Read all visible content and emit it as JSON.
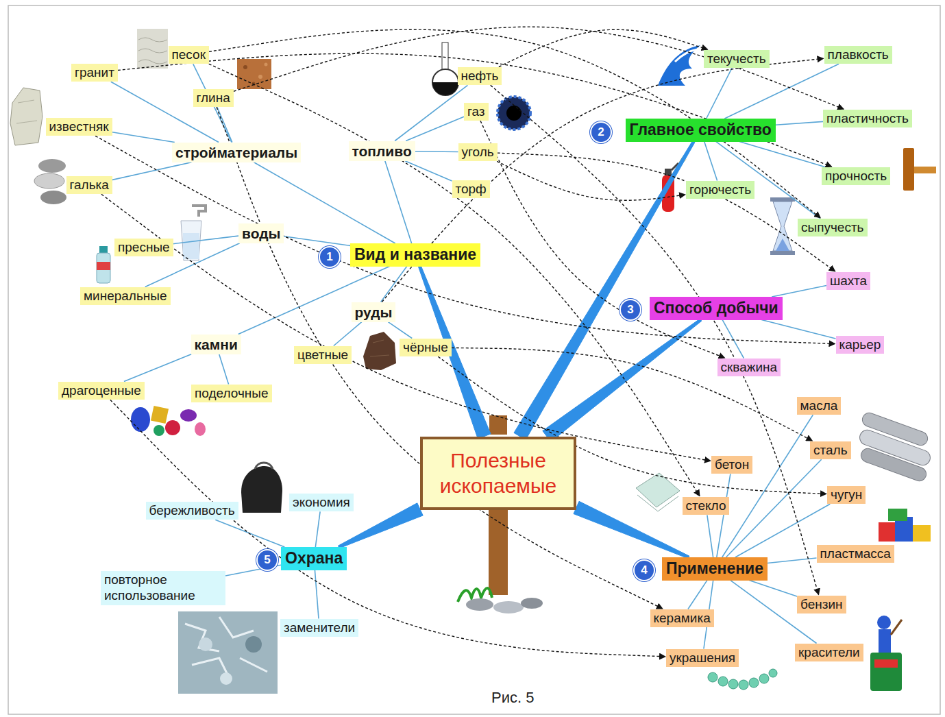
{
  "diagram": {
    "caption": "Рис. 5",
    "nodes": [
      {
        "text": [
          "Полезные ископаемые"
        ]
      },
      {
        "text": [
          "Вид и название"
        ]
      },
      {
        "text": [
          "стройматериалы"
        ]
      },
      {
        "text": [
          "песок"
        ]
      },
      {
        "text": [
          "глина"
        ]
      },
      {
        "text": [
          "гранит"
        ]
      },
      {
        "text": [
          "известняк"
        ]
      },
      {
        "text": [
          "галька"
        ]
      },
      {
        "text": [
          "топливо"
        ]
      },
      {
        "text": [
          "нефть"
        ]
      },
      {
        "text": [
          "газ"
        ]
      },
      {
        "text": [
          "уголь"
        ]
      },
      {
        "text": [
          "торф"
        ]
      },
      {
        "text": [
          "воды"
        ]
      },
      {
        "text": [
          "пресные"
        ]
      },
      {
        "text": [
          "минеральные"
        ]
      },
      {
        "text": [
          "руды"
        ]
      },
      {
        "text": [
          "цветные"
        ]
      },
      {
        "text": [
          "чёрные"
        ]
      },
      {
        "text": [
          "камни"
        ]
      },
      {
        "text": [
          "драгоценные"
        ]
      },
      {
        "text": [
          "поделочные"
        ]
      },
      {
        "text": [
          "Главное свойство"
        ]
      },
      {
        "text": [
          "текучесть"
        ]
      },
      {
        "text": [
          "плавкость"
        ]
      },
      {
        "text": [
          "пластичность"
        ]
      },
      {
        "text": [
          "прочность"
        ]
      },
      {
        "text": [
          "сыпучесть"
        ]
      },
      {
        "text": [
          "горючесть"
        ]
      },
      {
        "text": [
          "Способ добычи"
        ]
      },
      {
        "text": [
          "шахта"
        ]
      },
      {
        "text": [
          "карьер"
        ]
      },
      {
        "text": [
          "скважина"
        ]
      },
      {
        "text": [
          "Применение"
        ]
      },
      {
        "text": [
          "масла"
        ]
      },
      {
        "text": [
          "сталь"
        ]
      },
      {
        "text": [
          "чугун"
        ]
      },
      {
        "text": [
          "пластмасса"
        ]
      },
      {
        "text": [
          "бензин"
        ]
      },
      {
        "text": [
          "красители"
        ]
      },
      {
        "text": [
          "украшения"
        ]
      },
      {
        "text": [
          "керамика"
        ]
      },
      {
        "text": [
          "стекло"
        ]
      },
      {
        "text": [
          "бетон"
        ]
      },
      {
        "text": [
          "Охрана"
        ]
      },
      {
        "text": [
          "экономия"
        ]
      },
      {
        "text": [
          "бережливость"
        ]
      },
      {
        "text": [
          "повторное использование"
        ]
      },
      {
        "text": [
          "заменители"
        ]
      }
    ],
    "edges": [
      {
        "from": 0,
        "to": 1,
        "arrow": "none"
      },
      {
        "from": 0,
        "to": 22,
        "arrow": "none"
      },
      {
        "from": 0,
        "to": 29,
        "arrow": "none"
      },
      {
        "from": 0,
        "to": 33,
        "arrow": "none"
      },
      {
        "from": 0,
        "to": 44,
        "arrow": "none"
      },
      {
        "from": 1,
        "to": 2,
        "arrow": "none"
      },
      {
        "from": 1,
        "to": 8,
        "arrow": "none"
      },
      {
        "from": 1,
        "to": 13,
        "arrow": "none"
      },
      {
        "from": 1,
        "to": 16,
        "arrow": "none"
      },
      {
        "from": 1,
        "to": 19,
        "arrow": "none"
      },
      {
        "from": 2,
        "to": 3,
        "arrow": "none"
      },
      {
        "from": 2,
        "to": 4,
        "arrow": "none"
      },
      {
        "from": 2,
        "to": 5,
        "arrow": "none"
      },
      {
        "from": 2,
        "to": 6,
        "arrow": "none"
      },
      {
        "from": 2,
        "to": 7,
        "arrow": "none"
      },
      {
        "from": 8,
        "to": 9,
        "arrow": "none"
      },
      {
        "from": 8,
        "to": 10,
        "arrow": "none"
      },
      {
        "from": 8,
        "to": 11,
        "arrow": "none"
      },
      {
        "from": 8,
        "to": 12,
        "arrow": "none"
      },
      {
        "from": 13,
        "to": 14,
        "arrow": "none"
      },
      {
        "from": 13,
        "to": 15,
        "arrow": "none"
      },
      {
        "from": 16,
        "to": 17,
        "arrow": "none"
      },
      {
        "from": 16,
        "to": 18,
        "arrow": "none"
      },
      {
        "from": 19,
        "to": 20,
        "arrow": "none"
      },
      {
        "from": 19,
        "to": 21,
        "arrow": "none"
      },
      {
        "from": 22,
        "to": 23,
        "arrow": "none"
      },
      {
        "from": 22,
        "to": 24,
        "arrow": "none"
      },
      {
        "from": 22,
        "to": 25,
        "arrow": "none"
      },
      {
        "from": 22,
        "to": 26,
        "arrow": "none"
      },
      {
        "from": 22,
        "to": 27,
        "arrow": "none"
      },
      {
        "from": 22,
        "to": 28,
        "arrow": "none"
      },
      {
        "from": 29,
        "to": 30,
        "arrow": "none"
      },
      {
        "from": 29,
        "to": 31,
        "arrow": "none"
      },
      {
        "from": 29,
        "to": 32,
        "arrow": "none"
      },
      {
        "from": 33,
        "to": 34,
        "arrow": "none"
      },
      {
        "from": 33,
        "to": 35,
        "arrow": "none"
      },
      {
        "from": 33,
        "to": 36,
        "arrow": "none"
      },
      {
        "from": 33,
        "to": 37,
        "arrow": "none"
      },
      {
        "from": 33,
        "to": 38,
        "arrow": "none"
      },
      {
        "from": 33,
        "to": 39,
        "arrow": "none"
      },
      {
        "from": 33,
        "to": 40,
        "arrow": "none"
      },
      {
        "from": 33,
        "to": 41,
        "arrow": "none"
      },
      {
        "from": 33,
        "to": 42,
        "arrow": "none"
      },
      {
        "from": 33,
        "to": 43,
        "arrow": "none"
      },
      {
        "from": 44,
        "to": 45,
        "arrow": "none"
      },
      {
        "from": 44,
        "to": 46,
        "arrow": "none"
      },
      {
        "from": 44,
        "to": 47,
        "arrow": "none"
      },
      {
        "from": 44,
        "to": 48,
        "arrow": "none"
      },
      {
        "from": 3,
        "to": 27,
        "arrow": "to"
      },
      {
        "from": 4,
        "to": 25,
        "arrow": "to"
      },
      {
        "from": 9,
        "to": 23,
        "arrow": "to"
      },
      {
        "from": 11,
        "to": 28,
        "arrow": "to"
      },
      {
        "from": 5,
        "to": 26,
        "arrow": "to"
      },
      {
        "from": 16,
        "to": 24,
        "arrow": "to"
      },
      {
        "from": 10,
        "to": 32,
        "arrow": "to"
      },
      {
        "from": 11,
        "to": 30,
        "arrow": "to"
      },
      {
        "from": 6,
        "to": 31,
        "arrow": "to"
      },
      {
        "from": 18,
        "to": 36,
        "arrow": "to"
      },
      {
        "from": 18,
        "to": 35,
        "arrow": "to"
      },
      {
        "from": 9,
        "to": 38,
        "arrow": "to"
      },
      {
        "from": 4,
        "to": 41,
        "arrow": "to"
      },
      {
        "from": 3,
        "to": 42,
        "arrow": "to"
      },
      {
        "from": 20,
        "to": 40,
        "arrow": "to"
      },
      {
        "from": 7,
        "to": 43,
        "arrow": "to"
      }
    ],
    "labels": [
      "1",
      "2",
      "3",
      "4",
      "5"
    ]
  }
}
